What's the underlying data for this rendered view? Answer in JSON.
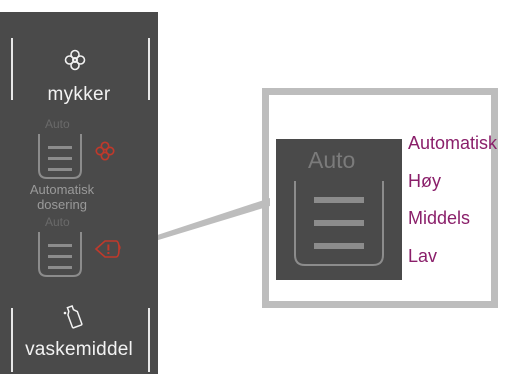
{
  "panel": {
    "softener_label": "mykker",
    "auto_upper": "Auto",
    "auto_dosing_line1": "Automatisk",
    "auto_dosing_line2": "dosering",
    "auto_lower": "Auto",
    "detergent_label": "vaskemiddel"
  },
  "zoom": {
    "auto_label": "Auto"
  },
  "options": [
    {
      "label": "Automatisk"
    },
    {
      "label": "Høy"
    },
    {
      "label": "Middels"
    },
    {
      "label": "Lav"
    }
  ],
  "colors": {
    "panel_bg": "#4a4a4a",
    "option_text": "#8a1f6a",
    "softener_accent": "#c0392b",
    "frame": "#bdbdbd"
  },
  "icons": [
    "flower-icon",
    "warning-drop-icon",
    "detergent-bottle-icon",
    "cup-icon"
  ]
}
